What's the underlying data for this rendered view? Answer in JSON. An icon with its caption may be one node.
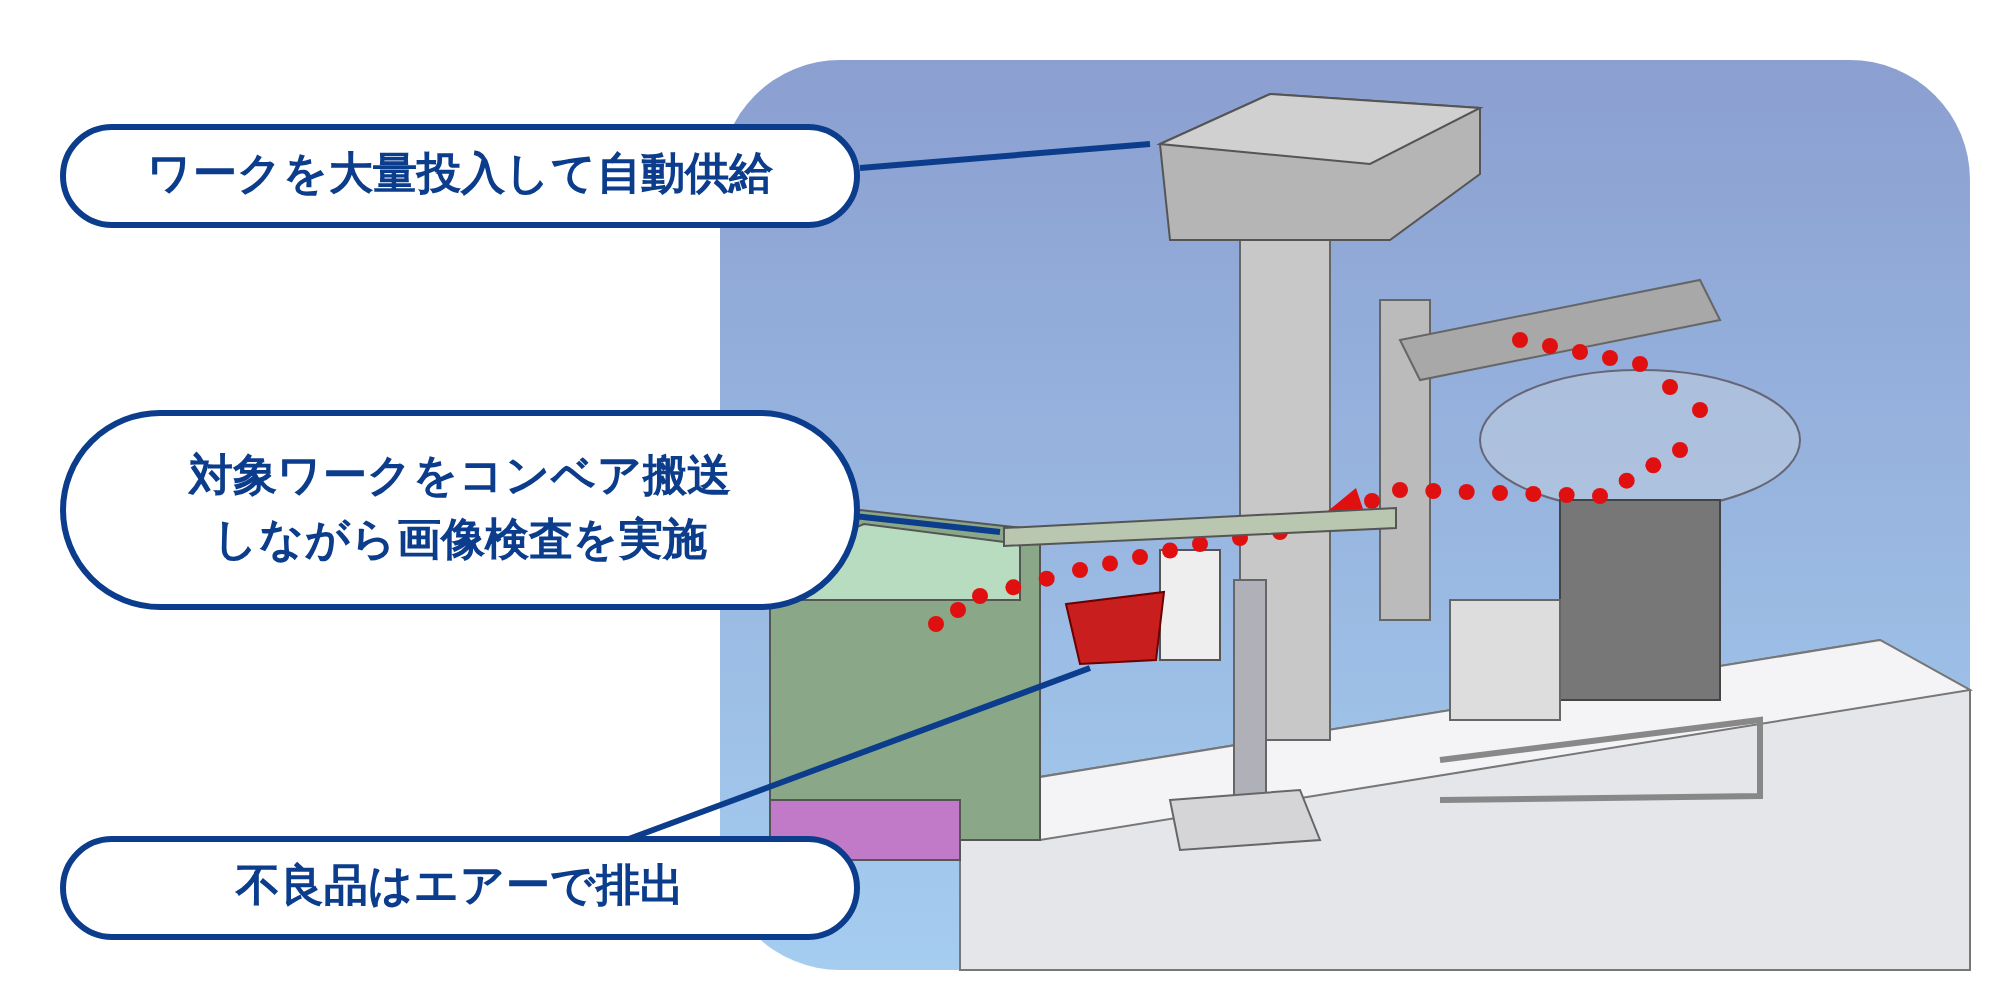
{
  "diagram": {
    "nodes": [
      {
        "text": [
          "ワークを大量投入して自動供給"
        ]
      },
      {
        "text": [
          "対象ワークをコンベア搬送しながら画像検査を実施"
        ]
      },
      {
        "text": [
          "不良品はエアーで排出"
        ]
      },
      {
        "text": [],
        "shape": "picture"
      },
      {
        "text": [],
        "shape": "picture"
      },
      {
        "text": [],
        "shape": "picture"
      }
    ],
    "edges": [
      {
        "from": 0,
        "to": 3,
        "arrow": "none"
      },
      {
        "from": 1,
        "to": 4,
        "arrow": "none"
      },
      {
        "from": 2,
        "to": 5,
        "arrow": "none"
      }
    ]
  }
}
